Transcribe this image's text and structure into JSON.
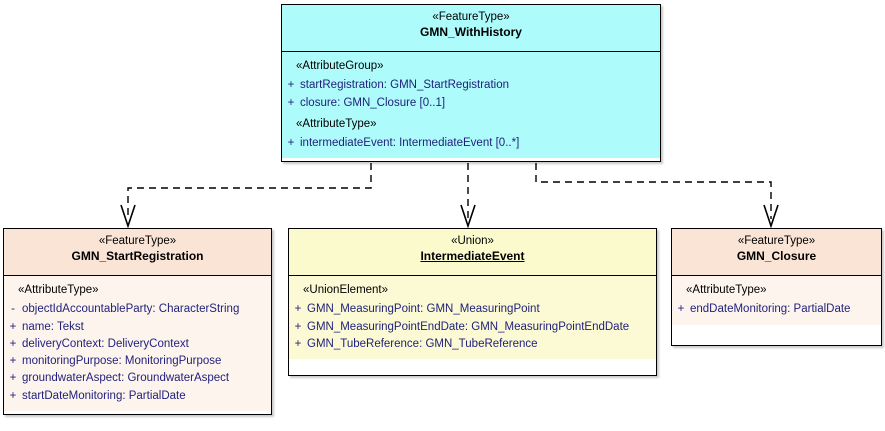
{
  "diagram": {
    "type": "uml-class-diagram",
    "background_color": "#ffffff",
    "colors": {
      "cyan_fill": "#aefbfb",
      "pink_header_fill": "#fae4d5",
      "pink_body_fill": "#fdf4ee",
      "yellow_header_fill": "#fafacd",
      "yellow_body_fill": "#fbfad4",
      "border": "#000000",
      "attribute_text": "#1f1f7a"
    }
  },
  "classes": {
    "gmn_withhistory": {
      "stereotype": "«FeatureType»",
      "name": "GMN_WithHistory",
      "underlined": false,
      "compartments": [
        {
          "group_label": "«AttributeGroup»",
          "attributes": [
            {
              "visibility": "+",
              "text": "startRegistration: GMN_StartRegistration"
            },
            {
              "visibility": "+",
              "text": "closure: GMN_Closure [0..1]"
            }
          ]
        },
        {
          "group_label": "«AttributeType»",
          "attributes": [
            {
              "visibility": "+",
              "text": "intermediateEvent: IntermediateEvent [0..*]"
            }
          ]
        }
      ]
    },
    "gmn_startregistration": {
      "stereotype": "«FeatureType»",
      "name": "GMN_StartRegistration",
      "underlined": false,
      "compartments": [
        {
          "group_label": "«AttributeType»",
          "attributes": [
            {
              "visibility": "-",
              "text": "objectIdAccountableParty: CharacterString"
            },
            {
              "visibility": "+",
              "text": "name: Tekst"
            },
            {
              "visibility": "+",
              "text": "deliveryContext: DeliveryContext"
            },
            {
              "visibility": "+",
              "text": "monitoringPurpose: MonitoringPurpose"
            },
            {
              "visibility": "+",
              "text": "groundwaterAspect: GroundwaterAspect"
            },
            {
              "visibility": "+",
              "text": "startDateMonitoring: PartialDate"
            }
          ]
        }
      ]
    },
    "intermediateevent": {
      "stereotype": "«Union»",
      "name": "IntermediateEvent",
      "underlined": true,
      "compartments": [
        {
          "group_label": "«UnionElement»",
          "attributes": [
            {
              "visibility": "+",
              "text": "GMN_MeasuringPoint: GMN_MeasuringPoint"
            },
            {
              "visibility": "+",
              "text": "GMN_MeasuringPointEndDate: GMN_MeasuringPointEndDate"
            },
            {
              "visibility": "+",
              "text": "GMN_TubeReference: GMN_TubeReference"
            }
          ]
        }
      ]
    },
    "gmn_closure": {
      "stereotype": "«FeatureType»",
      "name": "GMN_Closure",
      "underlined": false,
      "compartments": [
        {
          "group_label": "«AttributeType»",
          "attributes": [
            {
              "visibility": "+",
              "text": "endDateMonitoring: PartialDate"
            }
          ]
        }
      ]
    }
  },
  "connectors": [
    {
      "name": "dependency-to-gmn-startregistration",
      "style": "dashed-open-arrow",
      "from": "gmn_withhistory",
      "to": "gmn_startregistration"
    },
    {
      "name": "dependency-to-intermediateevent",
      "style": "dashed-open-arrow",
      "from": "gmn_withhistory",
      "to": "intermediateevent"
    },
    {
      "name": "dependency-to-gmn-closure",
      "style": "dashed-open-arrow",
      "from": "gmn_withhistory",
      "to": "gmn_closure"
    }
  ]
}
